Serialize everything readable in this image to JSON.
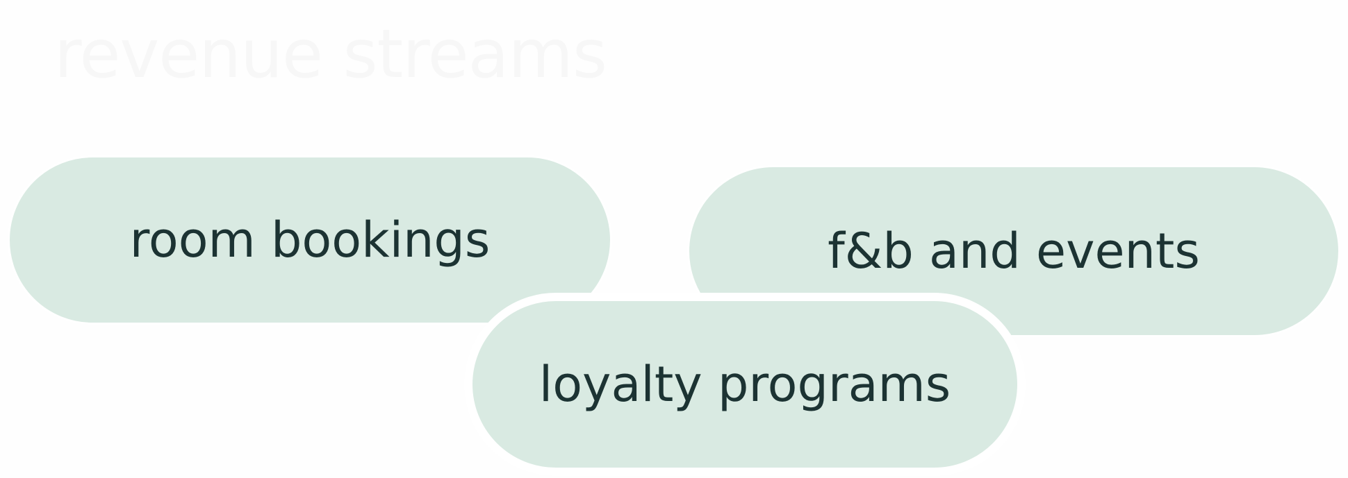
{
  "diagram": {
    "title": "revenue streams",
    "items": [
      {
        "label": "room bookings"
      },
      {
        "label": "f&b and events"
      },
      {
        "label": "loyalty programs"
      }
    ]
  },
  "colors": {
    "pill_fill": "#d9eae2",
    "text": "#1c3333",
    "background": "#fefefe"
  }
}
